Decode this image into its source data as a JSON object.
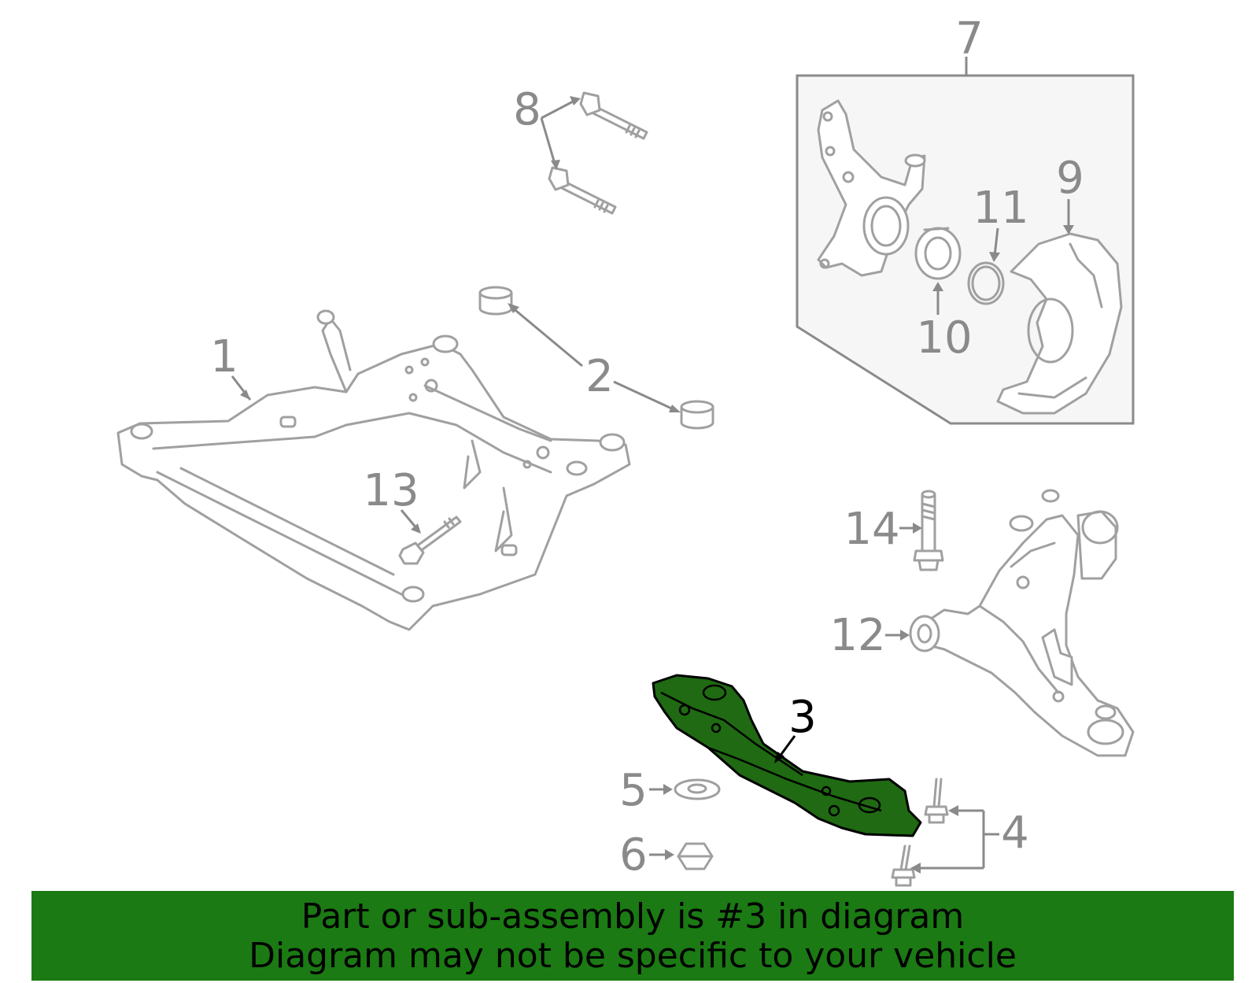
{
  "diagram": {
    "callouts": {
      "c1": "1",
      "c2": "2",
      "c3": "3",
      "c4": "4",
      "c5": "5",
      "c6": "6",
      "c7": "7",
      "c8": "8",
      "c9": "9",
      "c10": "10",
      "c11": "11",
      "c12": "12",
      "c13": "13",
      "c14": "14"
    },
    "highlighted_part": "3",
    "colors": {
      "highlight": "#1f6a12",
      "banner": "#1b7a13",
      "line": "#a0a0a0"
    }
  },
  "banner": {
    "line1": "Part or sub-assembly is #3 in diagram",
    "line2": "Diagram may not be specific to your vehicle"
  }
}
